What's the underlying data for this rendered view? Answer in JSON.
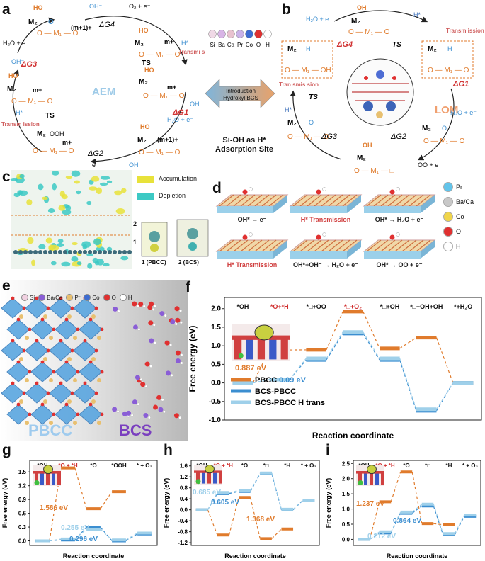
{
  "panels": {
    "a": "a",
    "b": "b",
    "c": "c",
    "d": "d",
    "e": "e",
    "f": "f",
    "g": "g",
    "h": "h",
    "i": "i"
  },
  "panel_a": {
    "title": "AEM",
    "dG1": "ΔG1",
    "dG2": "ΔG2",
    "dG3": "ΔG3",
    "dG4": "ΔG4",
    "ts": "TS",
    "transmission1": "Transmi ssion",
    "transmission2": "Transm ission",
    "hstar": "H*",
    "oh_minus": "OH⁻",
    "o2_e": "O₂ + e⁻",
    "h2o_e": "H₂O + e⁻",
    "e_minus": "e⁻"
  },
  "middle": {
    "arrow_label_1": "Introduction",
    "arrow_label_2": "Hydroxyl BCS",
    "site_label_1": "Si-OH as H*",
    "site_label_2": "Adsorption Site",
    "legend_elements": [
      "Si",
      "Ba",
      "Ca",
      "Pr",
      "Co",
      "O",
      "H"
    ],
    "legend_colors": [
      "#f0d9e6",
      "#d8b4e6",
      "#e8c2cf",
      "#c9b2e8",
      "#3d6cd1",
      "#e03030",
      "#ffffff"
    ]
  },
  "panel_b": {
    "title": "LOM",
    "dG1": "ΔG1",
    "dG2": "ΔG2",
    "dG3": "ΔG3",
    "dG4": "ΔG4",
    "ts": "TS",
    "transmission1": "Transm ission",
    "transmission2": "Tran smis sion",
    "hstar": "H*",
    "oo_e": "OO + e⁻",
    "h2o_e": "H₂O + e⁻"
  },
  "panel_c": {
    "legend": [
      "Accumulation",
      "Depletion"
    ],
    "legend_colors": [
      "#e8e23a",
      "#3cc9c4"
    ],
    "layer_labels": [
      "2",
      "1"
    ],
    "sub_labels": [
      "1 (PBCC)",
      "2 (BCS)"
    ]
  },
  "panel_d": {
    "captions": [
      "OH* → e⁻",
      "H* Transmission",
      "OH* → H₂O + e⁻",
      "H* Transmission",
      "OH*+OH⁻ → H₂O + e⁻",
      "OH* → OO + e⁻"
    ],
    "caption_colors": [
      "#222",
      "#d04040",
      "#222",
      "#d04040",
      "#222",
      "#222"
    ],
    "legend": [
      "Pr",
      "Ba/Ca",
      "Co",
      "O",
      "H"
    ],
    "legend_colors": [
      "#62c4ea",
      "#c8c8c8",
      "#f0d54a",
      "#e03030",
      "#ffffff"
    ]
  },
  "panel_e": {
    "legend": [
      "Si",
      "Ba/Ca",
      "Pr",
      "Co",
      "O",
      "H"
    ],
    "legend_colors": [
      "#f0d0e0",
      "#8a5ed6",
      "#e8c070",
      "#3d6cd1",
      "#e03030",
      "#ffffff"
    ],
    "label_left": "PBCC",
    "label_right": "BCS"
  },
  "panel_f": {
    "step_labels": [
      "*OH",
      "*O+*H",
      "*□+OO",
      "*□+O₂",
      "*□+OH",
      "*□+OH+OH",
      "*+H₂O"
    ],
    "step_label_colors": [
      "#111",
      "#d03030",
      "#111",
      "#d03030",
      "#111",
      "#111",
      "#111"
    ],
    "annot_pbcc": "0.887 eV",
    "annot_bcs": "0.09 eV"
  },
  "panel_g": {
    "step_labels": [
      "*OH",
      "*O + *H",
      "*O",
      "*OOH",
      "* + O₂"
    ],
    "step_label_colors": [
      "#111",
      "#d03030",
      "#111",
      "#111",
      "#111"
    ],
    "annots": [
      "1.586 eV",
      "0.255 eV",
      "0.296 eV"
    ]
  },
  "panel_h": {
    "step_labels": [
      "*OH",
      "*O + *H",
      "*O",
      "*□",
      "*H",
      "* + O₂"
    ],
    "step_label_colors": [
      "#111",
      "#d03030",
      "#111",
      "#111",
      "#111",
      "#111"
    ],
    "annots": [
      "0.685 eV",
      "0.605 eV",
      "1.368 eV"
    ]
  },
  "panel_i": {
    "step_labels": [
      "*OH",
      "*O + *H",
      "*O",
      "*□",
      "*H",
      "* + O₂"
    ],
    "step_label_colors": [
      "#111",
      "#d03030",
      "#111",
      "#111",
      "#111",
      "#111"
    ],
    "annots": [
      "1.237 eV",
      "0.864 eV",
      "0.212 eV"
    ]
  },
  "colors": {
    "orange": "#e07b2c",
    "blue": "#3b8ed0",
    "lightblue": "#9fd0ea",
    "red": "#d03030"
  },
  "chart_data": [
    {
      "id": "f",
      "type": "line",
      "xlabel": "Reaction coordinate",
      "ylabel": "Free energy (eV)",
      "ylim": [
        -1.0,
        2.3
      ],
      "yticks": [
        -1.0,
        -0.5,
        0.0,
        0.5,
        1.0,
        1.5,
        2.0
      ],
      "categories": [
        "*OH",
        "*O+*H",
        "*□+OO",
        "*□+O₂",
        "*□+OH",
        "*□+OH+OH",
        "*+H₂O"
      ],
      "series": [
        {
          "name": "PBCC",
          "color": "#e07b2c",
          "values": [
            0.0,
            0.887,
            0.89,
            1.92,
            0.93,
            1.22,
            0.0
          ]
        },
        {
          "name": "BCS-PBCC",
          "color": "#3b8ed0",
          "values": [
            0.0,
            0.09,
            0.62,
            1.33,
            0.62,
            -0.75,
            0.0
          ]
        },
        {
          "name": "BCS-PBCC H trans",
          "color": "#9fd0ea",
          "values": [
            0.0,
            0.09,
            0.66,
            1.37,
            0.66,
            -0.71,
            0.0
          ]
        }
      ]
    },
    {
      "id": "g",
      "type": "line",
      "xlabel": "Reaction coordinate",
      "ylabel": "Free energy (eV)",
      "ylim": [
        -0.1,
        1.75
      ],
      "yticks": [
        0.0,
        0.3,
        0.6,
        0.9,
        1.2,
        1.5
      ],
      "categories": [
        "*OH",
        "*O + *H",
        "*O",
        "*OOH",
        "* + O₂"
      ],
      "series": [
        {
          "name": "PBCC",
          "color": "#e07b2c",
          "values": [
            0.0,
            1.586,
            0.7,
            1.07
          ]
        },
        {
          "name": "BCS-PBCC",
          "color": "#3b8ed0",
          "values": [
            0.0,
            0.02,
            0.296,
            0.0,
            0.15
          ]
        },
        {
          "name": "BCS-PBCC H trans",
          "color": "#9fd0ea",
          "values": [
            0.0,
            0.04,
            0.255,
            0.02,
            0.17
          ]
        }
      ]
    },
    {
      "id": "h",
      "type": "line",
      "xlabel": "Reaction coordinate",
      "ylabel": "Free energy (eV)",
      "ylim": [
        -1.3,
        1.8
      ],
      "yticks": [
        -1.2,
        -0.8,
        -0.4,
        0.0,
        0.4,
        0.8,
        1.2,
        1.6
      ],
      "categories": [
        "*OH",
        "*O + *H",
        "*O",
        "*□",
        "*H",
        "* + O₂"
      ],
      "series": [
        {
          "name": "PBCC",
          "color": "#e07b2c",
          "values": [
            0.0,
            -0.92,
            0.45,
            -1.05,
            -0.7
          ]
        },
        {
          "name": "BCS-PBCC",
          "color": "#3b8ed0",
          "values": [
            0.0,
            0.59,
            0.67,
            1.31,
            0.0,
            0.34
          ]
        },
        {
          "name": "BCS-PBCC H trans",
          "color": "#9fd0ea",
          "values": [
            0.0,
            0.63,
            0.7,
            1.34,
            0.02,
            0.35
          ]
        }
      ]
    },
    {
      "id": "i",
      "type": "line",
      "xlabel": "Reaction coordinate",
      "ylabel": "Free energy (eV)",
      "ylim": [
        -0.2,
        2.6
      ],
      "yticks": [
        0.0,
        0.5,
        1.0,
        1.5,
        2.0,
        2.5
      ],
      "categories": [
        "*OH",
        "*O + *H",
        "*O",
        "*□",
        "*H",
        "* + O₂"
      ],
      "series": [
        {
          "name": "PBCC",
          "color": "#e07b2c",
          "values": [
            0.0,
            1.237,
            2.22,
            0.52,
            0.48
          ]
        },
        {
          "name": "BCS-PBCC",
          "color": "#3b8ed0",
          "values": [
            0.0,
            0.212,
            0.86,
            1.1,
            0.15,
            0.76
          ]
        },
        {
          "name": "BCS-PBCC H trans",
          "color": "#9fd0ea",
          "values": [
            0.0,
            0.25,
            0.9,
            1.16,
            0.19,
            0.8
          ]
        }
      ]
    }
  ]
}
